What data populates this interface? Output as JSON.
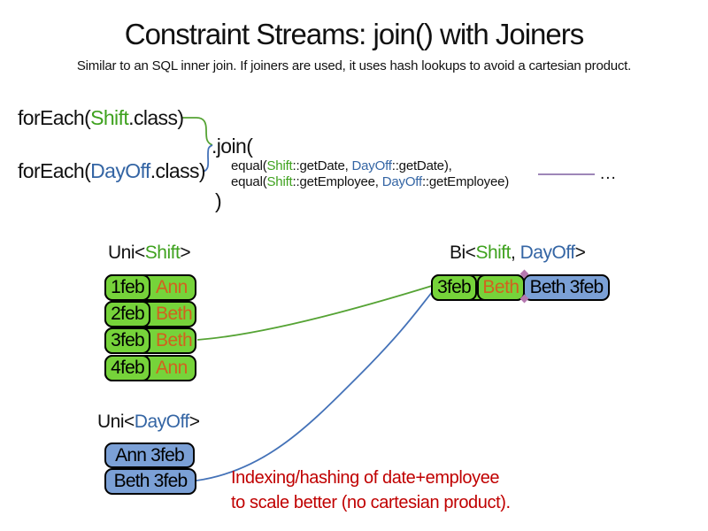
{
  "colors": {
    "green_fill": "#76d33a",
    "green_text": "#3fa21f",
    "green_line": "#55a334",
    "blue_fill": "#7ba0d6",
    "blue_text": "#3465a4",
    "blue_line": "#4472b8",
    "orange_text": "#d2611e",
    "red_text": "#c00000",
    "purple_line": "#7e5fa0",
    "diamond": "#b678b0"
  },
  "header": {
    "title": "Constraint Streams: join() with Joiners",
    "subtitle": "Similar to an SQL inner join. If joiners are used, it uses hash lookups to avoid a cartesian product."
  },
  "code": {
    "foreach_shift": {
      "pre": "forEach(",
      "cls": "Shift",
      "post": ".class)"
    },
    "foreach_dayoff": {
      "pre": "forEach(",
      "cls": "DayOff",
      "post": ".class)"
    },
    "join_open": ".join(",
    "joiner_date": {
      "pre": "equal(",
      "shift": "Shift",
      "mid": "::getDate, ",
      "dayoff": "DayOff",
      "post": "::getDate),"
    },
    "joiner_employee": {
      "pre": "equal(",
      "shift": "Shift",
      "mid": "::getEmployee, ",
      "dayoff": "DayOff",
      "post": "::getEmployee)"
    },
    "join_close": ")",
    "ellipsis": "..."
  },
  "uni_shift": {
    "label": {
      "pre": "Uni<",
      "cls": "Shift",
      "post": ">"
    },
    "rows": [
      {
        "date": "1feb",
        "employee": "Ann"
      },
      {
        "date": "2feb",
        "employee": "Beth"
      },
      {
        "date": "3feb",
        "employee": "Beth"
      },
      {
        "date": "4feb",
        "employee": "Ann"
      }
    ]
  },
  "bi_result": {
    "label": {
      "pre": "Bi<",
      "shift": "Shift",
      "mid": ", ",
      "dayoff": "DayOff",
      "post": ">"
    },
    "row": {
      "date": "3feb",
      "employee": "Beth",
      "dayoff": "Beth 3feb"
    }
  },
  "uni_dayoff": {
    "label": {
      "pre": "Uni<",
      "cls": "DayOff",
      "post": ">"
    },
    "rows": [
      {
        "text": "Ann 3feb"
      },
      {
        "text": "Beth 3feb"
      }
    ]
  },
  "annotation": {
    "line1": "Indexing/hashing of date+employee",
    "line2": "to scale better (no cartesian product)."
  }
}
